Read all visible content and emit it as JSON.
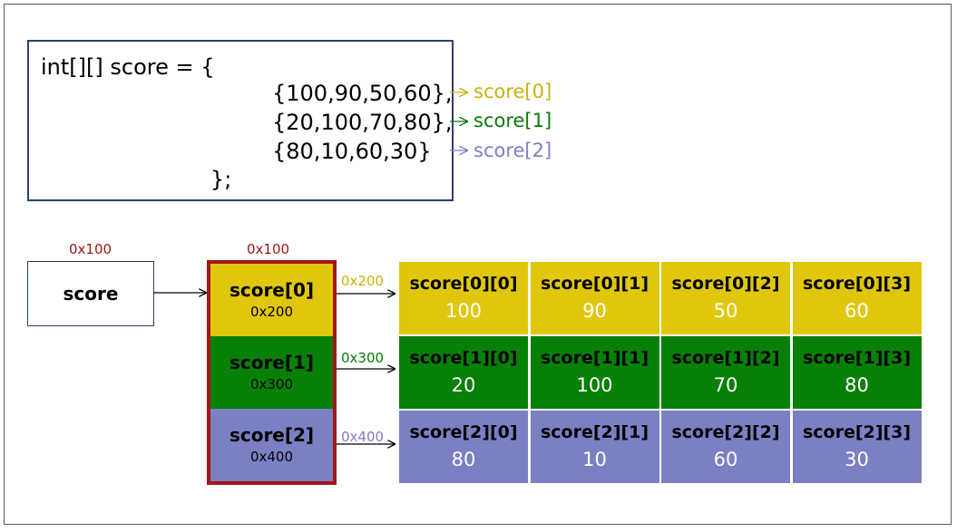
{
  "code": {
    "line1": "int[][] score = {",
    "line2": "{100,90,50,60},",
    "line3": "{20,100,70,80},",
    "line4": "{80,10,60,30}",
    "line5": "};"
  },
  "row_labels": [
    "score[0]",
    "score[1]",
    "score[2]"
  ],
  "score_var": {
    "label": "score",
    "address": "0x100"
  },
  "pointer_array": {
    "address": "0x100",
    "cells": [
      {
        "name": "score[0]",
        "value": "0x200"
      },
      {
        "name": "score[1]",
        "value": "0x300"
      },
      {
        "name": "score[2]",
        "value": "0x400"
      }
    ]
  },
  "row_addresses": [
    "0x200",
    "0x300",
    "0x400"
  ],
  "rows": [
    {
      "headers": [
        "score[0][0]",
        "score[0][1]",
        "score[0][2]",
        "score[0][3]"
      ],
      "values": [
        "100",
        "90",
        "50",
        "60"
      ]
    },
    {
      "headers": [
        "score[1][0]",
        "score[1][1]",
        "score[1][2]",
        "score[1][3]"
      ],
      "values": [
        "20",
        "100",
        "70",
        "80"
      ]
    },
    {
      "headers": [
        "score[2][0]",
        "score[2][1]",
        "score[2][2]",
        "score[2][3]"
      ],
      "values": [
        "80",
        "10",
        "60",
        "30"
      ]
    }
  ],
  "colors": {
    "row0": "#e0c70d",
    "row1": "#078007",
    "row2": "#7b7fc3",
    "row0_label": "#c9b20a",
    "row1_label": "#0a7a0a",
    "row2_label": "#7b7fc3",
    "address_red": "#a01818",
    "pointer_border": "#a01818",
    "box_border": "#2e3e6e"
  }
}
